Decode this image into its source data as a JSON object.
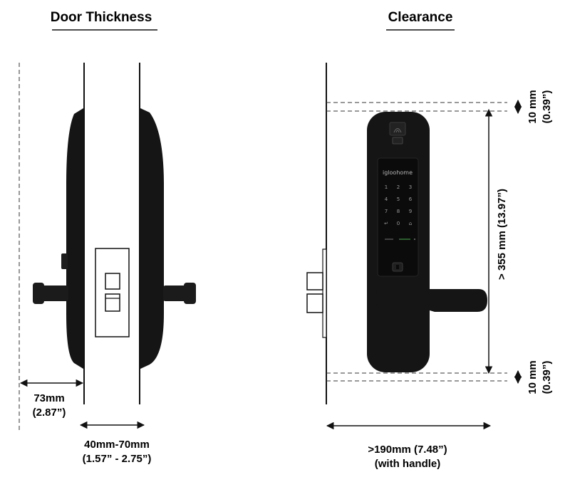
{
  "left_panel": {
    "title": "Door Thickness",
    "depth_label": [
      "73mm",
      "(2.87”)"
    ],
    "thickness_label": [
      "40mm-70mm",
      "(1.57” - 2.75”)"
    ]
  },
  "right_panel": {
    "title": "Clearance",
    "top_clearance": [
      "10 mm",
      "(0.39”)"
    ],
    "height_label": "> 355 mm (13.97”)",
    "bottom_clearance": [
      "10 mm",
      "(0.39”)"
    ],
    "width_label": [
      ">190mm (7.48”)",
      "(with handle)"
    ]
  },
  "lock": {
    "brand": "igloohome",
    "keypad": [
      "1",
      "2",
      "3",
      "4",
      "5",
      "6",
      "7",
      "8",
      "9",
      "↵",
      "0",
      "⌂"
    ]
  },
  "colors": {
    "lock_body": "#151515",
    "line": "#111111",
    "dashed": "#333333"
  }
}
